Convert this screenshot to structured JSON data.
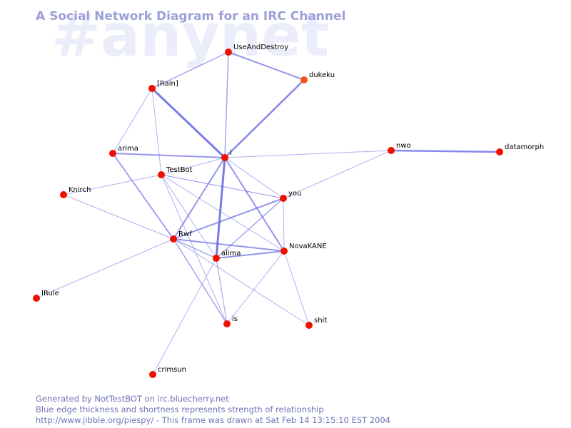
{
  "watermark": "#anynet",
  "title": "A Social Network Diagram for an IRC Channel",
  "footer": {
    "line1": "Generated by NotTestBOT on irc.bluecherry.net",
    "line2": "Blue edge thickness and shortness represents strength of relationship",
    "line3": "http://www.jibble.org/piespy/ - This frame was drawn at Sat Feb 14 13:15:10 EST 2004"
  },
  "colors": {
    "node": "#ee1100",
    "node_recent": "#ee5511",
    "edge": "#6a6ae6",
    "title": "#9c9fd8",
    "watermark": "#ecedfb",
    "footer": "#6f73b8"
  },
  "nodes": [
    {
      "id": "UseAndDestroy",
      "label": "UseAndDestroy",
      "recent": false
    },
    {
      "id": "dukeku",
      "label": "dukeku",
      "recent": true
    },
    {
      "id": "Rain",
      "label": "[Rain]",
      "recent": false
    },
    {
      "id": "arima",
      "label": "arima",
      "recent": false
    },
    {
      "id": "i",
      "label": "i",
      "recent": false
    },
    {
      "id": "nwo",
      "label": "nwo",
      "recent": false
    },
    {
      "id": "datamorph",
      "label": "datamorph",
      "recent": false
    },
    {
      "id": "TestBot",
      "label": "TestBot",
      "recent": false
    },
    {
      "id": "Knirch",
      "label": "Knirch",
      "recent": false
    },
    {
      "id": "you",
      "label": "you",
      "recent": false
    },
    {
      "id": "Rwf",
      "label": "Rwf",
      "recent": false
    },
    {
      "id": "NovaKANE",
      "label": "NovaKANE",
      "recent": false
    },
    {
      "id": "alima",
      "label": "alima",
      "recent": false
    },
    {
      "id": "IRule",
      "label": "IRule",
      "recent": false
    },
    {
      "id": "is",
      "label": "is",
      "recent": false
    },
    {
      "id": "shit",
      "label": "shit",
      "recent": false
    },
    {
      "id": "crimsun",
      "label": "crimsun",
      "recent": false
    }
  ],
  "edges": [
    {
      "source": "Rain",
      "target": "i",
      "weight": 3
    },
    {
      "source": "i",
      "target": "alima",
      "weight": 3
    },
    {
      "source": "nwo",
      "target": "datamorph",
      "weight": 2.5
    },
    {
      "source": "i",
      "target": "dukeku",
      "weight": 2.5
    },
    {
      "source": "i",
      "target": "Rwf",
      "weight": 2
    },
    {
      "source": "UseAndDestroy",
      "target": "dukeku",
      "weight": 2
    },
    {
      "source": "arima",
      "target": "i",
      "weight": 2
    },
    {
      "source": "Rwf",
      "target": "NovaKANE",
      "weight": 2
    },
    {
      "source": "alima",
      "target": "NovaKANE",
      "weight": 2
    },
    {
      "source": "Rwf",
      "target": "you",
      "weight": 2
    },
    {
      "source": "i",
      "target": "NovaKANE",
      "weight": 2
    },
    {
      "source": "arima",
      "target": "Rwf",
      "weight": 1.8
    },
    {
      "source": "Rain",
      "target": "UseAndDestroy",
      "weight": 1.5
    },
    {
      "source": "UseAndDestroy",
      "target": "i",
      "weight": 1.5
    },
    {
      "source": "Rwf",
      "target": "alima",
      "weight": 1.5
    },
    {
      "source": "Rwf",
      "target": "is",
      "weight": 1.5
    },
    {
      "source": "alima",
      "target": "you",
      "weight": 1.5
    },
    {
      "source": "alima",
      "target": "is",
      "weight": 1.2
    },
    {
      "source": "TestBot",
      "target": "you",
      "weight": 1
    },
    {
      "source": "TestBot",
      "target": "i",
      "weight": 1
    },
    {
      "source": "i",
      "target": "nwo",
      "weight": 1
    },
    {
      "source": "you",
      "target": "nwo",
      "weight": 1
    },
    {
      "source": "i",
      "target": "you",
      "weight": 1
    },
    {
      "source": "Rain",
      "target": "arima",
      "weight": 1
    },
    {
      "source": "Rain",
      "target": "TestBot",
      "weight": 1
    },
    {
      "source": "Knirch",
      "target": "TestBot",
      "weight": 1
    },
    {
      "source": "Knirch",
      "target": "Rwf",
      "weight": 1
    },
    {
      "source": "IRule",
      "target": "Rwf",
      "weight": 1
    },
    {
      "source": "TestBot",
      "target": "alima",
      "weight": 1
    },
    {
      "source": "TestBot",
      "target": "is",
      "weight": 1
    },
    {
      "source": "TestBot",
      "target": "NovaKANE",
      "weight": 1
    },
    {
      "source": "Rwf",
      "target": "shit",
      "weight": 1
    },
    {
      "source": "NovaKANE",
      "target": "shit",
      "weight": 1
    },
    {
      "source": "NovaKANE",
      "target": "is",
      "weight": 1
    },
    {
      "source": "you",
      "target": "NovaKANE",
      "weight": 1
    },
    {
      "source": "you",
      "target": "TestBot",
      "weight": 0.8
    },
    {
      "source": "alima",
      "target": "crimsun",
      "weight": 1
    }
  ]
}
